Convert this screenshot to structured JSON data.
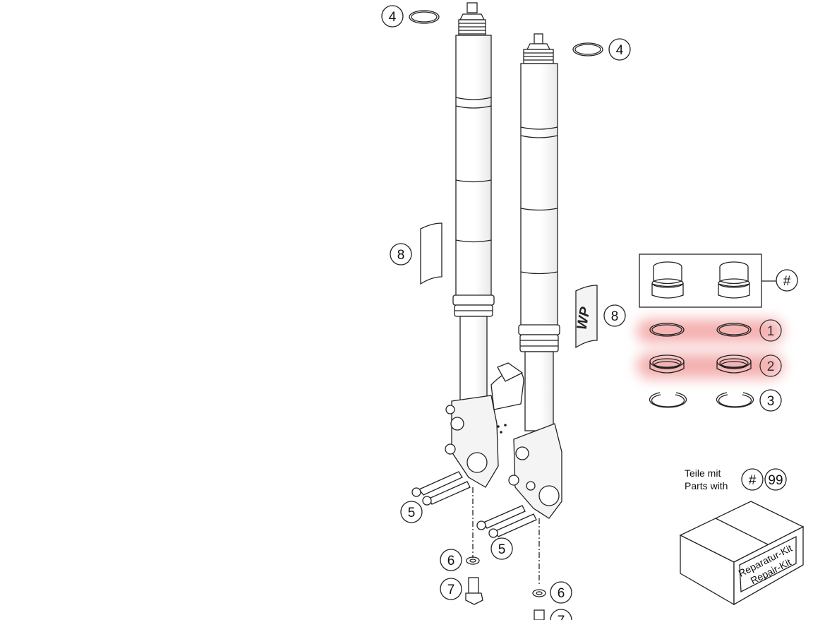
{
  "callouts": [
    {
      "id": "c4a",
      "label": "4"
    },
    {
      "id": "c4b",
      "label": "4"
    },
    {
      "id": "c8a",
      "label": "8"
    },
    {
      "id": "c8b",
      "label": "8"
    },
    {
      "id": "chash",
      "label": "#"
    },
    {
      "id": "c1",
      "label": "1"
    },
    {
      "id": "c2",
      "label": "2"
    },
    {
      "id": "c3",
      "label": "3"
    },
    {
      "id": "c5a",
      "label": "5"
    },
    {
      "id": "c5b",
      "label": "5"
    },
    {
      "id": "c6a",
      "label": "6"
    },
    {
      "id": "c6b",
      "label": "6"
    },
    {
      "id": "c7a",
      "label": "7"
    },
    {
      "id": "c7b",
      "label": "7"
    }
  ],
  "legend": {
    "line1": "Teile mit",
    "line2": "Parts with",
    "symbol": "#",
    "number": "99"
  },
  "kit": {
    "line1": "Reparatur-Kit",
    "line2": "Repair-Kit"
  },
  "fork_logo": "WP",
  "colors": {
    "highlight": "#f3a3a3",
    "highlight_text": "#333333",
    "line": "#222222"
  }
}
